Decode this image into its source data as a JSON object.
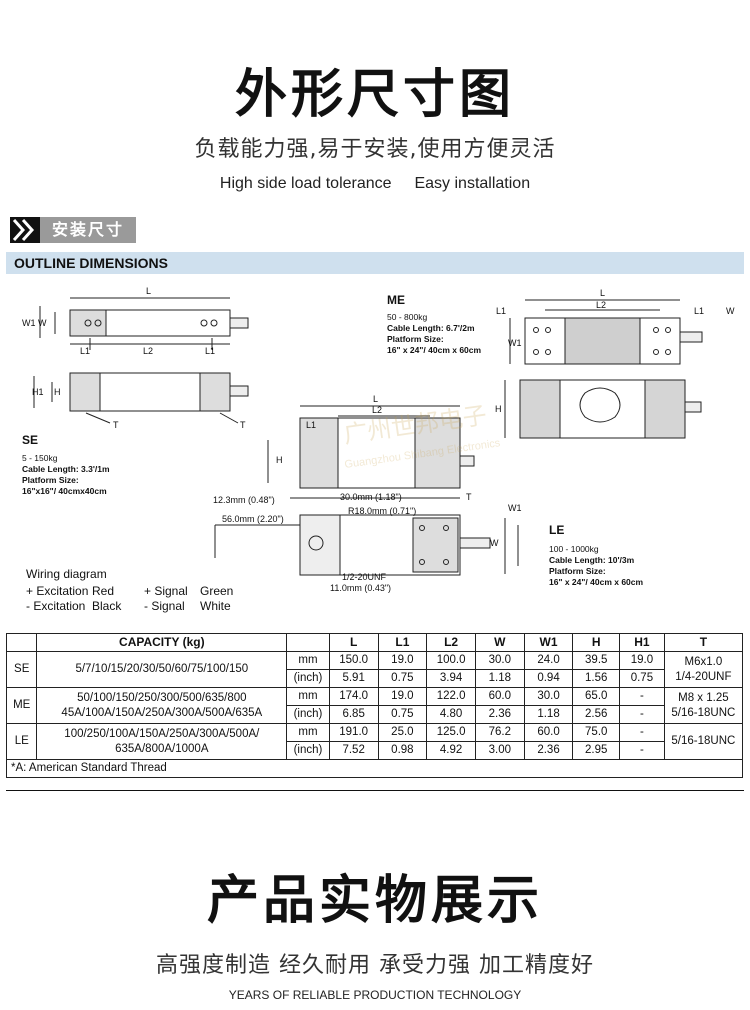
{
  "header": {
    "title": "外形尺寸图",
    "subtitle_cn": "负载能力强,易于安装,使用方便灵活",
    "subtitle_en_1": "High side load tolerance",
    "subtitle_en_2": "Easy installation"
  },
  "badge": {
    "label": "安装尺寸"
  },
  "outline": {
    "label": "OUTLINE DIMENSIONS"
  },
  "watermark": {
    "cn": "广州世邦电子",
    "en": "Guangzhou Shibang Electronics"
  },
  "se": {
    "name": "SE",
    "range": "5 - 150kg",
    "cable": "Cable Length: 3.3'/1m",
    "platform_label": "Platform Size:",
    "platform": "16\"x16\"/ 40cmx40cm"
  },
  "me": {
    "name": "ME",
    "range": "50 - 800kg",
    "cable": "Cable Length: 6.7'/2m",
    "platform_label": "Platform Size:",
    "platform": "16\" x 24\"/ 40cm x 60cm"
  },
  "le": {
    "name": "LE",
    "range": "100 - 1000kg",
    "cable": "Cable Length: 10'/3m",
    "platform_label": "Platform Size:",
    "platform": "16\" x 24\"/ 40cm x 60cm"
  },
  "dims": {
    "L": "L",
    "L1": "L1",
    "L2": "L2",
    "W": "W",
    "W1": "W1",
    "H": "H",
    "H1": "H1",
    "T": "T",
    "d1": "12.3mm (0.48\")",
    "d2": "30.0mm (1.18\")",
    "d3": "R18.0mm (0.71\")",
    "d4": "56.0mm (2.20\")",
    "d5": "1/2-20UNF",
    "d6": "11.0mm (0.43\")"
  },
  "wiring": {
    "title": "Wiring diagram",
    "r1c1": "+ Excitation",
    "r1c2": "Red",
    "r1c3": "+ Signal",
    "r1c4": "Green",
    "r2c1": "- Excitation",
    "r2c2": "Black",
    "r2c3": "- Signal",
    "r2c4": "White"
  },
  "table": {
    "headers": [
      "CAPACITY (kg)",
      "L",
      "L1",
      "L2",
      "W",
      "W1",
      "H",
      "H1",
      "T"
    ],
    "se": {
      "model": "SE",
      "capacity": "5/7/10/15/20/30/50/60/75/100/150",
      "mm": [
        "mm",
        "150.0",
        "19.0",
        "100.0",
        "30.0",
        "24.0",
        "39.5",
        "19.0"
      ],
      "inch": [
        "(inch)",
        "5.91",
        "0.75",
        "3.94",
        "1.18",
        "0.94",
        "1.56",
        "0.75"
      ],
      "t1": "M6x1.0",
      "t2": "1/4-20UNF"
    },
    "me": {
      "model": "ME",
      "capacity1": "50/100/150/250/300/500/635/800",
      "capacity2": "45A/100A/150A/250A/300A/500A/635A",
      "mm": [
        "mm",
        "174.0",
        "19.0",
        "122.0",
        "60.0",
        "30.0",
        "65.0",
        "-"
      ],
      "inch": [
        "(inch)",
        "6.85",
        "0.75",
        "4.80",
        "2.36",
        "1.18",
        "2.56",
        "-"
      ],
      "t1": "M8 x 1.25",
      "t2": "5/16-18UNC"
    },
    "le": {
      "model": "LE",
      "capacity1": "100/250/100A/150A/250A/300A/500A/",
      "capacity2": "635A/800A/1000A",
      "mm": [
        "mm",
        "191.0",
        "25.0",
        "125.0",
        "76.2",
        "60.0",
        "75.0",
        "-"
      ],
      "inch": [
        "(inch)",
        "7.52",
        "0.98",
        "4.92",
        "3.00",
        "2.36",
        "2.95",
        "-"
      ],
      "t1": "",
      "t2": "5/16-18UNC"
    },
    "footnote": "*A: American Standard Thread"
  },
  "section2": {
    "title": "产品实物展示",
    "subtitle_cn": "高强度制造 经久耐用 承受力强 加工精度好",
    "subtitle_en": "YEARS OF RELIABLE PRODUCTION TECHNOLOGY"
  }
}
